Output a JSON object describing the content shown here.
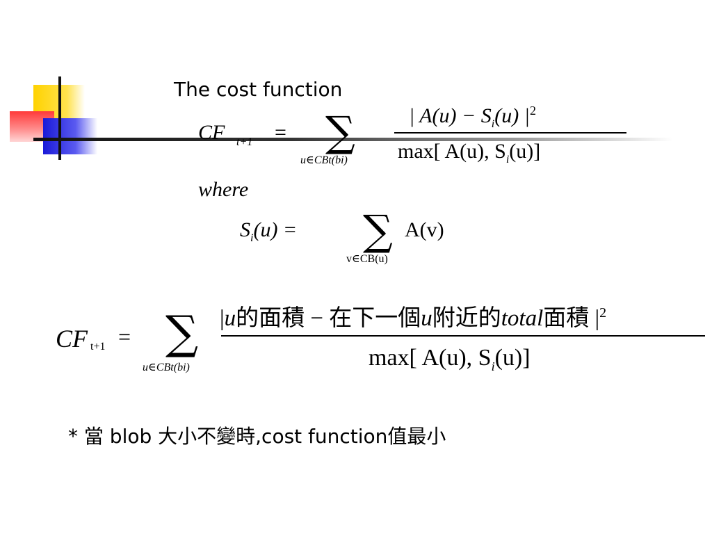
{
  "slide": {
    "title": "The cost function",
    "eq1": {
      "lhs": "CF",
      "lhs_sub": "t+1",
      "equals": "=",
      "sigma": "∑",
      "sigma_sub": "u∈CBt(bi)",
      "numerator": "| A(u) − S",
      "numerator_sub": "i",
      "numerator_end": "(u) |",
      "numerator_exp": "2",
      "denominator": "max[ A(u), S",
      "denominator_sub": "i",
      "denominator_end": "(u)]"
    },
    "where": "where",
    "eq2": {
      "lhs": "S",
      "lhs_sub": "i",
      "lhs_end": "(u) =",
      "sigma": "∑",
      "sigma_sub": "v∈CB(u)",
      "rhs": "A(v)"
    },
    "eq3": {
      "lhs": "CF",
      "lhs_sub": "t+1",
      "equals": "=",
      "sigma": "∑",
      "sigma_sub": "u∈CBt(bi)",
      "num_bar_left": "|",
      "num_u1": "u",
      "num_text1": "的面積 − 在下一個",
      "num_u2": "u",
      "num_text2": "附近的",
      "num_total": "total",
      "num_text3": "面積 |",
      "num_exp": "2",
      "denominator": "max[ A(u), S",
      "denominator_sub": "i",
      "denominator_end": "(u)]"
    },
    "note": "* 當 blob 大小不變時,cost function值最小"
  }
}
